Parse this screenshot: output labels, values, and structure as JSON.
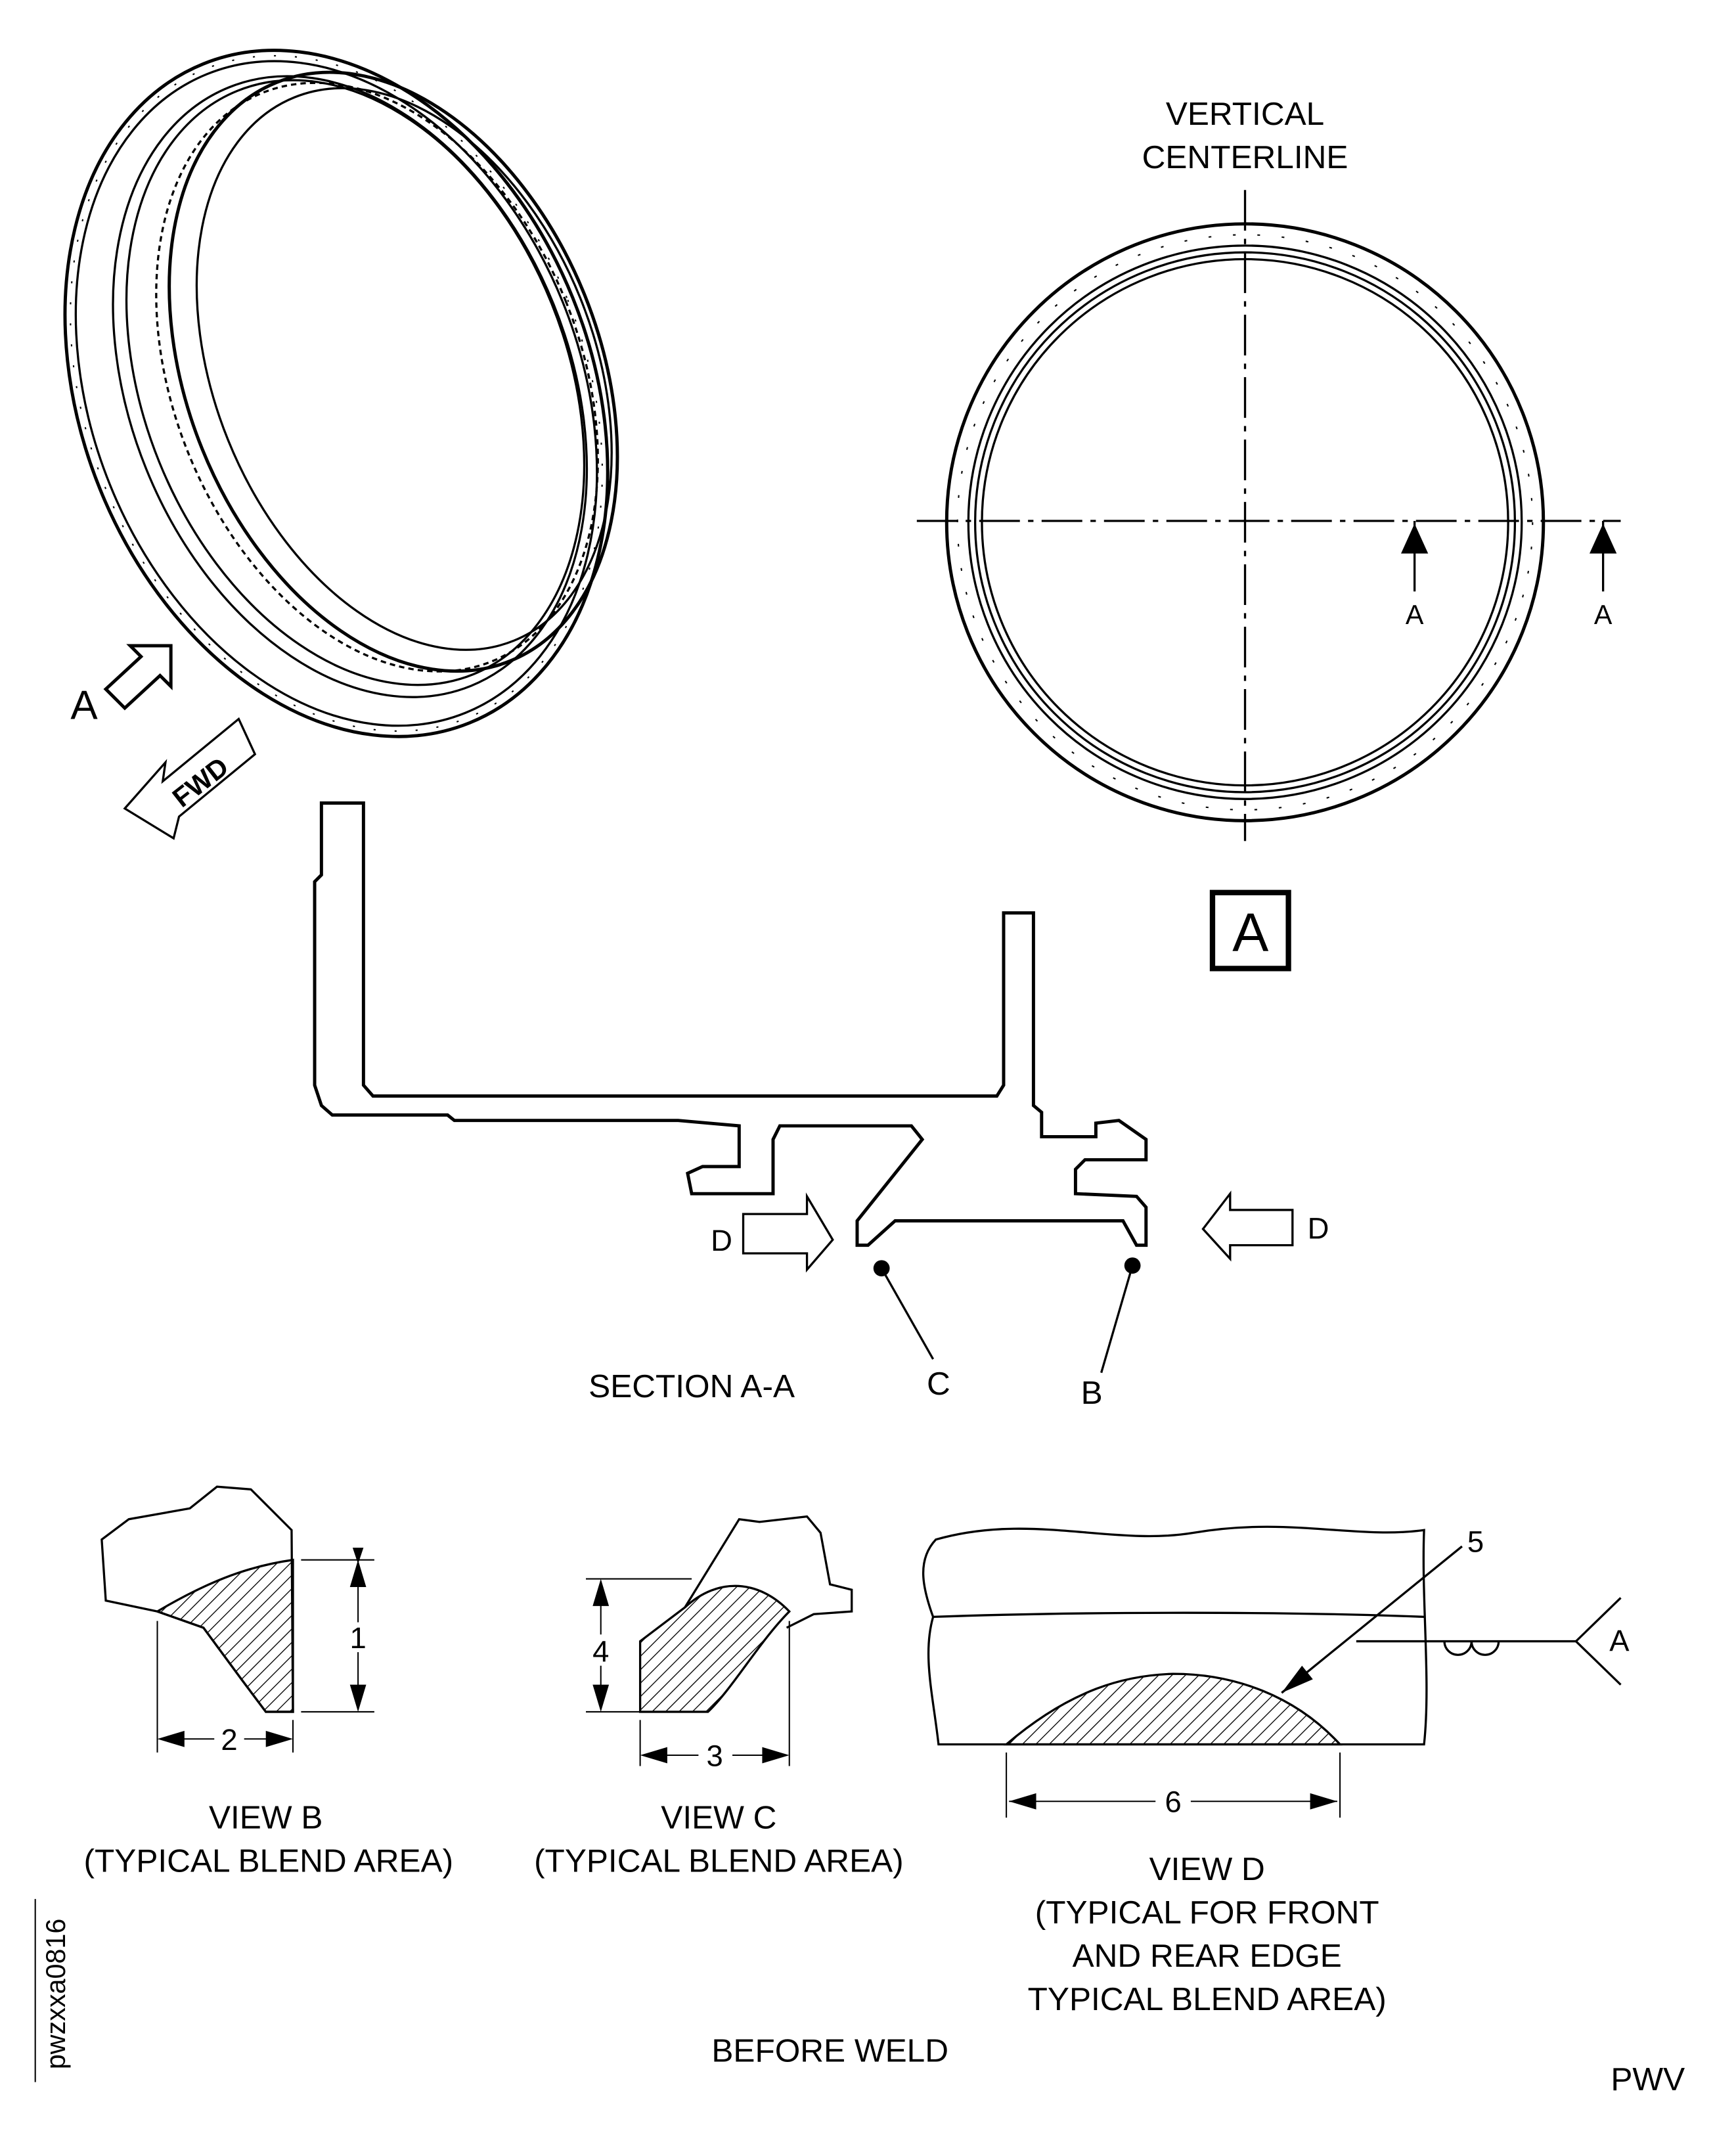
{
  "ring_view": {
    "arrow_label": "A",
    "fwd_label": "FWD"
  },
  "view_a": {
    "centerline_line1": "VERTICAL",
    "centerline_line2": "CENTERLINE",
    "section_arrow_left": "A",
    "section_arrow_right": "A",
    "view_label": "A"
  },
  "section": {
    "title": "SECTION A-A",
    "d_left": "D",
    "d_right": "D",
    "c_label": "C",
    "b_label": "B"
  },
  "view_b": {
    "dim_1": "1",
    "dim_2": "2",
    "title": "VIEW B",
    "subtitle": "(TYPICAL BLEND AREA)"
  },
  "view_c": {
    "dim_4": "4",
    "dim_3": "3",
    "title": "VIEW C",
    "subtitle": "(TYPICAL BLEND AREA)"
  },
  "view_d": {
    "dim_5": "5",
    "dim_6": "6",
    "weld_ref": "A",
    "title": "VIEW D",
    "subtitle_line1": "(TYPICAL FOR FRONT",
    "subtitle_line2": "AND REAR EDGE",
    "subtitle_line3": "TYPICAL BLEND AREA)"
  },
  "footer": {
    "note": "BEFORE WELD",
    "code": "PWV",
    "figure_id": "pwzxxa0816"
  }
}
